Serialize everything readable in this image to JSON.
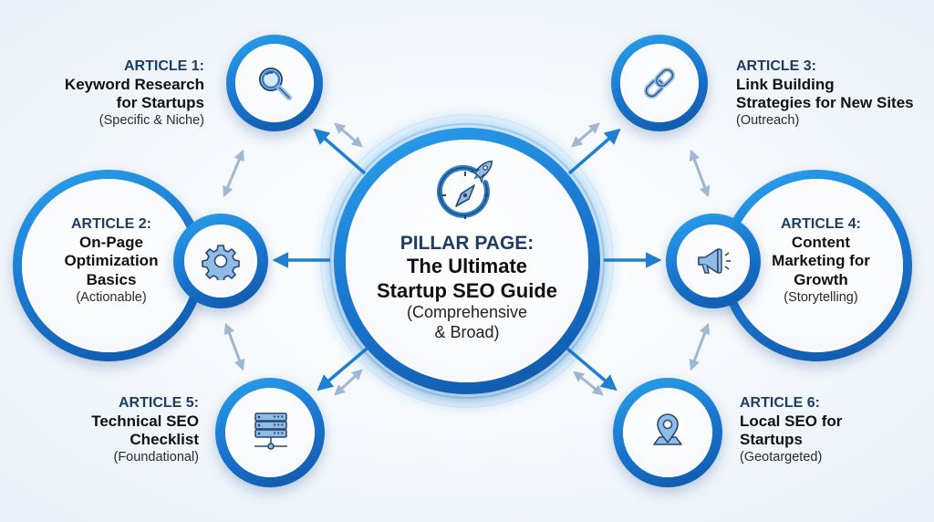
{
  "diagram": {
    "type": "hub-and-spoke content cluster",
    "colors": {
      "primary_ring": "#1a73c8",
      "ring_light": "#2aa3ec",
      "ring_dark": "#0f56a8",
      "arrow_strong": "#1f7fd0",
      "arrow_muted": "#9fb7d0",
      "kicker_text": "#1c3d66",
      "title_text": "#111111",
      "icon_fill": "#8fbbe6",
      "icon_stroke": "#24486e",
      "background": "#f3f7fb"
    },
    "pillar": {
      "kicker": "PILLAR PAGE:",
      "title_line1": "The Ultimate",
      "title_line2": "Startup SEO Guide",
      "sub_line1": "(Comprehensive",
      "sub_line2": "& Broad)",
      "icon": "rocket-compass-icon"
    },
    "articles": [
      {
        "kicker": "ARTICLE 1:",
        "title_line1": "Keyword Research",
        "title_line2": "for Startups",
        "title_line3": "",
        "sub": "(Specific & Niche)",
        "icon": "magnifier-icon"
      },
      {
        "kicker": "ARTICLE 2:",
        "title_line1": "On-Page",
        "title_line2": "Optimization",
        "title_line3": "Basics",
        "sub": "(Actionable)",
        "icon": "gear-icon"
      },
      {
        "kicker": "ARTICLE 3:",
        "title_line1": "Link Building",
        "title_line2": "Strategies for New Sites",
        "title_line3": "",
        "sub": "(Outreach)",
        "icon": "chain-link-icon"
      },
      {
        "kicker": "ARTICLE 4:",
        "title_line1": "Content",
        "title_line2": "Marketing for",
        "title_line3": "Growth",
        "sub": "(Storytelling)",
        "icon": "megaphone-icon"
      },
      {
        "kicker": "ARTICLE 5:",
        "title_line1": "Technical SEO",
        "title_line2": "Checklist",
        "title_line3": "",
        "sub": "(Foundational)",
        "icon": "server-icon"
      },
      {
        "kicker": "ARTICLE 6:",
        "title_line1": "Local SEO for",
        "title_line2": "Startups",
        "title_line3": "",
        "sub": "(Geotargeted)",
        "icon": "map-pin-icon"
      }
    ]
  }
}
